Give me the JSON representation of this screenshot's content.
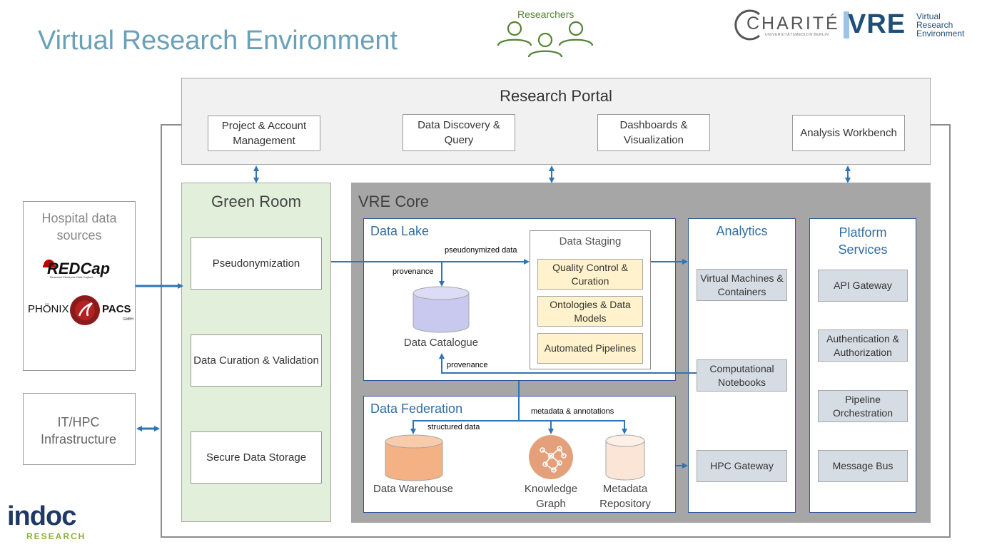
{
  "title": "Virtual Research Environment",
  "researchers": {
    "label": "Researchers"
  },
  "logos": {
    "charite": {
      "main": "CHARITÉ",
      "sub": "UNIVERSITÄTSMEDIZIN BERLIN"
    },
    "vre": {
      "mark": "VRE",
      "line1": "Virtual",
      "line2": "Research",
      "line3": "Environment"
    },
    "indoc": {
      "main": "indoc",
      "sub": "RESEARCH"
    },
    "redcap": {
      "main": "REDCap",
      "sub": "Research Electronic Data Capture"
    },
    "phoenix": {
      "left": "PHÖNIX",
      "right": "PACS",
      "sub": "GMBH"
    }
  },
  "portal": {
    "title": "Research Portal",
    "items": [
      "Project & Account Management",
      "Data Discovery & Query",
      "Dashboards & Visualization",
      "Analysis Workbench"
    ]
  },
  "sources": {
    "hospital_title": "Hospital data sources",
    "it_title": "IT/HPC Infrastructure"
  },
  "green_room": {
    "title": "Green Room",
    "items": [
      "Pseudonymization",
      "Data Curation & Validation",
      "Secure Data Storage"
    ]
  },
  "core": {
    "title": "VRE Core",
    "data_lake": {
      "title": "Data Lake",
      "catalogue": "Data Catalogue",
      "pseudonymized_label": "pseudonymized data",
      "provenance_label": "provenance",
      "provenance_label_2": "provenance",
      "staging": {
        "title": "Data Staging",
        "items": [
          "Quality Control & Curation",
          "Ontologies & Data Models",
          "Automated Pipelines"
        ]
      }
    },
    "federation": {
      "title": "Data Federation",
      "metadata_label": "metadata & annotations",
      "structured_label": "structured data",
      "warehouse": "Data Warehouse",
      "knowledge_graph": "Knowledge Graph",
      "metadata_repo": "Metadata Repository"
    },
    "analytics": {
      "title": "Analytics",
      "items": [
        "Virtual Machines & Containers",
        "Computational Notebooks",
        "HPC Gateway"
      ]
    },
    "platform": {
      "title": "Platform Services",
      "items": [
        "API Gateway",
        "Authentication & Authorization",
        "Pipeline Orchestration",
        "Message Bus"
      ]
    }
  },
  "colors": {
    "title": "#6aa0b8",
    "arrow": "#2e75b6",
    "portal_bg": "#f1f1f1",
    "green_bg": "#e2efda",
    "core_bg": "#a6a6a6",
    "staging_item": "#fff2cc",
    "service_item": "#d6dce4",
    "catalogue_db": "#c9c9f0",
    "warehouse_db": "#f4b183",
    "metadata_db": "#fbe5d6",
    "knowledge_graph": "#e4a07a",
    "researchers_icon": "#548235",
    "indoc_blue": "#1f3864",
    "indoc_green": "#8db03a"
  }
}
